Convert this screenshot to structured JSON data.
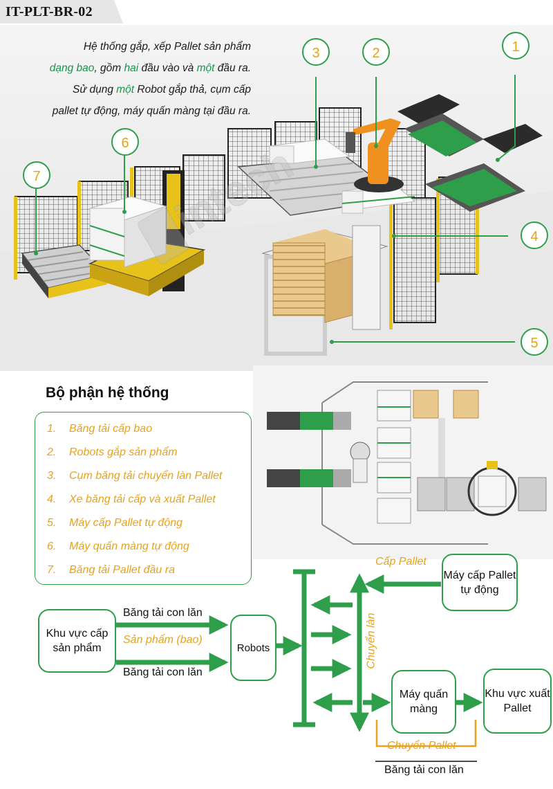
{
  "header": {
    "code": "IT-PLT-BR-02"
  },
  "intro": {
    "l1": "Hệ thống gắp, xếp Pallet sản phẩm",
    "l2a": "dạng bao",
    "l2b": ", gồm ",
    "l2c": "hai",
    "l2d": " đầu vào và ",
    "l2e": "một",
    "l2f": " đầu ra.",
    "l3a": "Sử dụng ",
    "l3b": "một",
    "l3c": " Robot gắp thả, cụm cấp",
    "l4": "pallet tự động, máy quấn màng tại đầu ra."
  },
  "watermark": "intech",
  "callouts": [
    "1",
    "2",
    "3",
    "4",
    "5",
    "6",
    "7"
  ],
  "parts": {
    "title": "Bộ phận hệ thống",
    "items": [
      {
        "num": "1.",
        "label": "Băng tải cấp bao"
      },
      {
        "num": "2.",
        "label": "Robots gắp sản phẩm"
      },
      {
        "num": "3.",
        "label": "Cụm băng tải chuyển làn Pallet"
      },
      {
        "num": "4.",
        "label": "Xe băng tải cấp và xuất Pallet"
      },
      {
        "num": "5.",
        "label": "Máy cấp Pallet tự động"
      },
      {
        "num": "6.",
        "label": "Máy quấn màng tự động"
      },
      {
        "num": "7.",
        "label": "Băng tải Pallet đầu ra"
      }
    ]
  },
  "flow": {
    "input_area": "Khu vực cấp sản phẩm",
    "robots": "Robots",
    "pallet_feeder": "Máy cấp Pallet tự động",
    "wrapper": "Máy quấn màng",
    "output_area": "Khu vực xuất Pallet",
    "conveyor_top": "Băng tải con lăn",
    "product": "Sản phẩm (bao)",
    "conveyor_bottom": "Băng tải con lăn",
    "supply_pallet": "Cấp Pallet",
    "lane_change": "Chuyển làn",
    "transfer_pallet": "Chuyển Pallet",
    "roller_conveyor": "Băng tải con lăn"
  },
  "colors": {
    "green": "#2e9e4b",
    "orange": "#e8a21a",
    "yellow": "#e6c21a",
    "dark": "#111111"
  }
}
